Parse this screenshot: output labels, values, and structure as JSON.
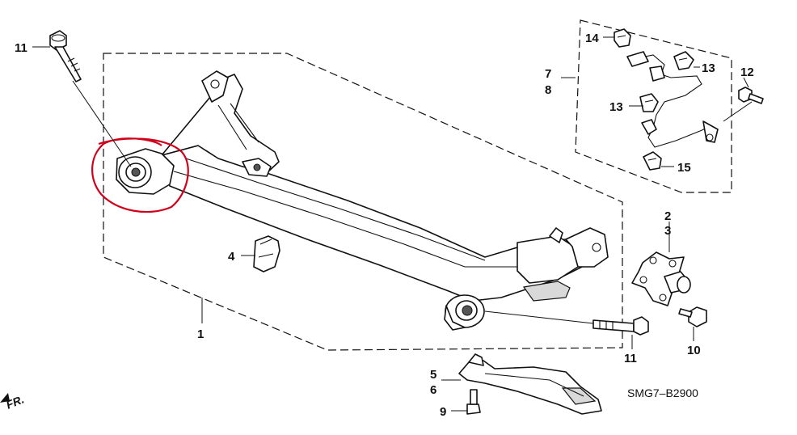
{
  "diagram_code": "SMG7–B2900",
  "direction_marker": "FR.",
  "highlight_color": "#d0021b",
  "callouts": [
    {
      "key": "c11a",
      "text": "11"
    },
    {
      "key": "c14",
      "text": "14"
    },
    {
      "key": "c7",
      "text": "7"
    },
    {
      "key": "c8",
      "text": "8"
    },
    {
      "key": "c13a",
      "text": "13"
    },
    {
      "key": "c13b",
      "text": "13"
    },
    {
      "key": "c12",
      "text": "12"
    },
    {
      "key": "c15",
      "text": "15"
    },
    {
      "key": "c2",
      "text": "2"
    },
    {
      "key": "c3",
      "text": "3"
    },
    {
      "key": "c4",
      "text": "4"
    },
    {
      "key": "c1",
      "text": "1"
    },
    {
      "key": "c11b",
      "text": "11"
    },
    {
      "key": "c10",
      "text": "10"
    },
    {
      "key": "c5",
      "text": "5"
    },
    {
      "key": "c6",
      "text": "6"
    },
    {
      "key": "c9",
      "text": "9"
    }
  ]
}
